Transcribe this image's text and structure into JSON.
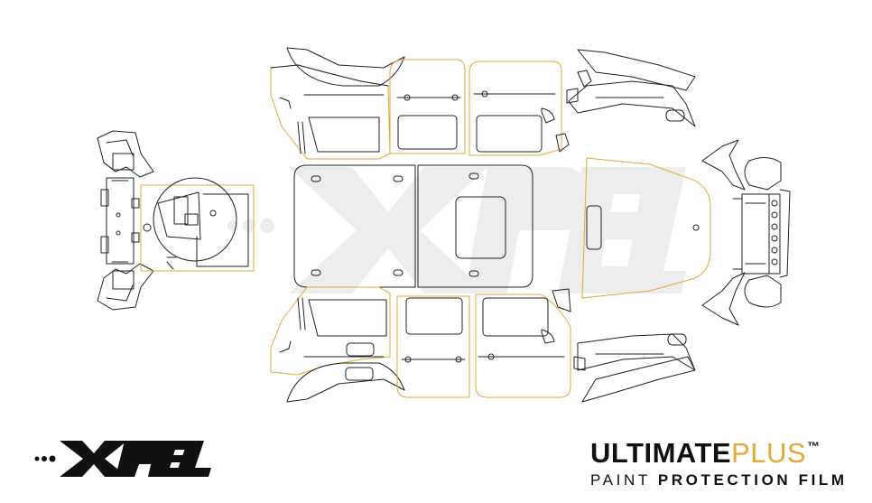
{
  "brand": {
    "xpel_logo": "XPEL",
    "watermark": "XPEL",
    "product_line": {
      "name_main": "ULTIMATE",
      "name_accent": "PLUS",
      "trademark": "™",
      "tagline_light": "PAINT",
      "tagline_bold": "PROTECTION",
      "tagline_bold2": "FILM"
    }
  },
  "colors": {
    "outline": "#222222",
    "accent_outline": "#e3a935",
    "watermark": "#ededed",
    "logo": "#111111"
  },
  "icons": [
    "xpel-logo-icon",
    "dots-icon"
  ]
}
